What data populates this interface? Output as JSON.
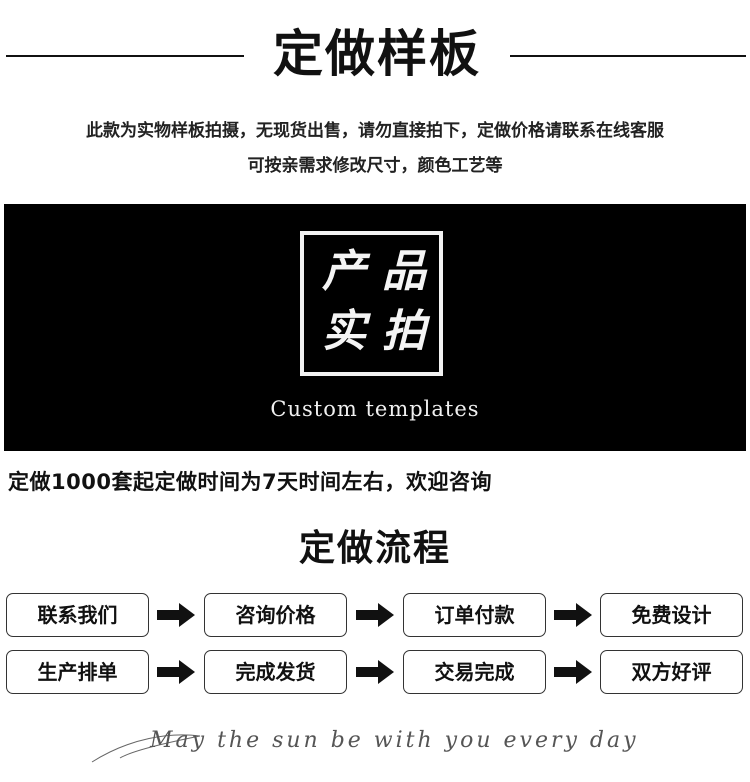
{
  "header": {
    "title": "定做样板"
  },
  "notice": {
    "line1": "此款为实物样板拍摄，无现货出售，请勿直接拍下，定做价格请联系在线客服",
    "line2": "可按亲需求修改尺寸，颜色工艺等"
  },
  "banner": {
    "stamp_chars": [
      "产",
      "品",
      "实",
      "拍"
    ],
    "subtitle": "Custom templates"
  },
  "info": {
    "text": "定做1000套起定做时间为7天时间左右，欢迎咨询"
  },
  "process": {
    "title": "定做流程",
    "row1": [
      "联系我们",
      "咨询价格",
      "订单付款",
      "免费设计"
    ],
    "row2": [
      "生产排单",
      "完成发货",
      "交易完成",
      "双方好评"
    ]
  },
  "signature": {
    "text": "May the sun be with you every day"
  }
}
